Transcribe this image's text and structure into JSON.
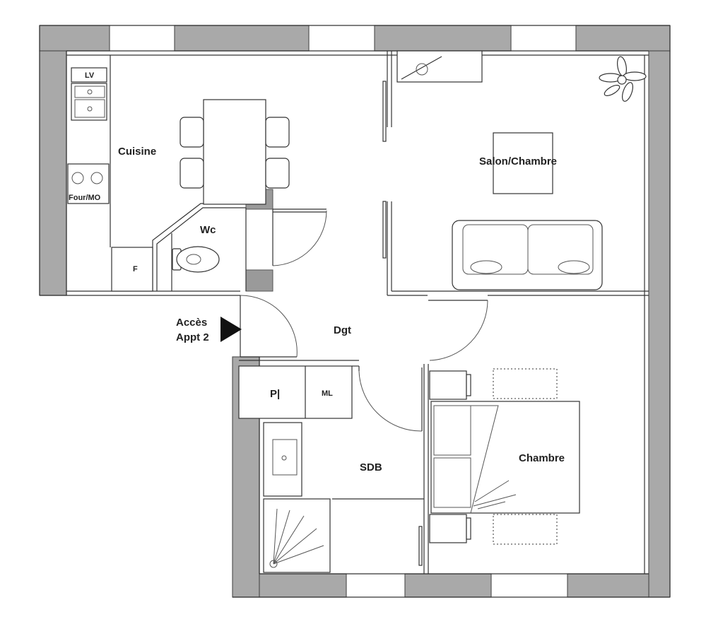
{
  "rooms": {
    "cuisine": "Cuisine",
    "salon": "Salon/Chambre",
    "wc": "Wc",
    "dgt": "Dgt",
    "sdb": "SDB",
    "chambre": "Chambre"
  },
  "fixtures": {
    "lv": "LV",
    "four": "Four/MO",
    "fridge": "F",
    "placard": "P|",
    "ml": "ML"
  },
  "access": {
    "line1": "Accès",
    "line2": "Appt 2"
  },
  "colors": {
    "wall": "#a9a9a9",
    "line": "#333333",
    "background": "#ffffff"
  }
}
